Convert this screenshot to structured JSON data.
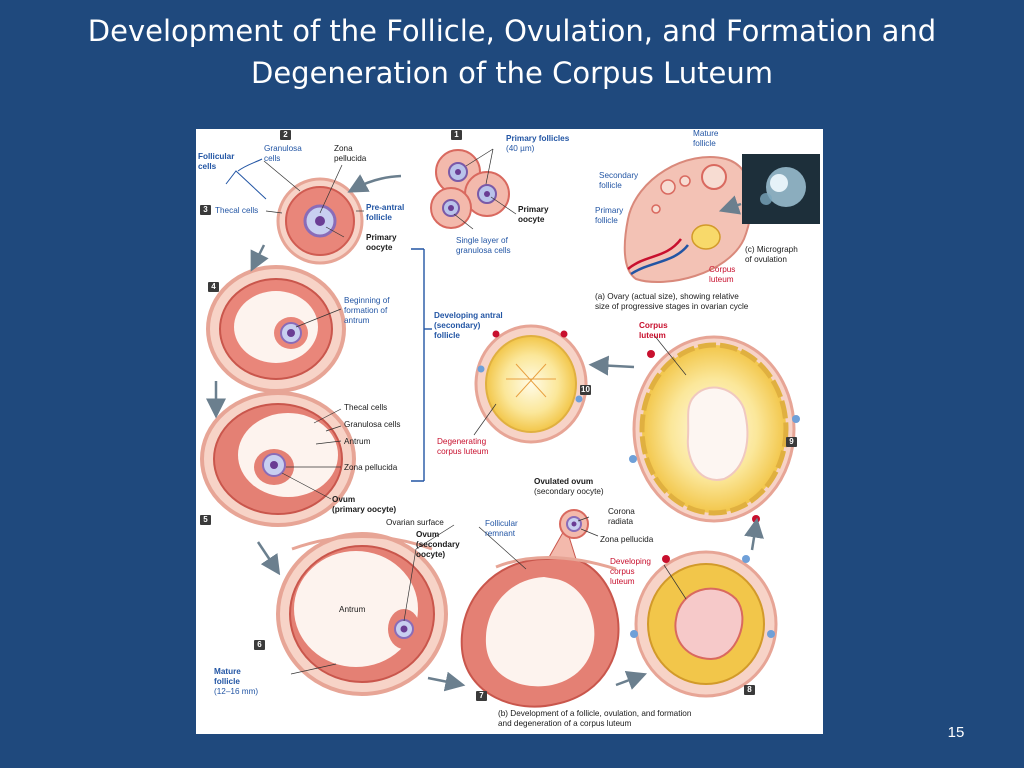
{
  "slide": {
    "title_line1": "Development of the Follicle, Ovulation, and Formation and",
    "title_line2": "Degeneration of the Corpus Luteum",
    "page_number": "15"
  },
  "figure": {
    "steps": [
      "1",
      "2",
      "3",
      "4",
      "5",
      "6",
      "7",
      "8",
      "9",
      "10"
    ],
    "labels": {
      "primary_follicles": "Primary follicles",
      "primary_follicles_size": "(40 µm)",
      "primary_oocyte_1a": "Primary",
      "primary_oocyte_1b": "oocyte",
      "single_layer_a": "Single layer of",
      "single_layer_b": "granulosa cells",
      "follicular_cells_a": "Follicular",
      "follicular_cells_b": "cells",
      "granulosa_cells_a": "Granulosa",
      "granulosa_cells_b": "cells",
      "zona_pellucida_a": "Zona",
      "zona_pellucida_b": "pellucida",
      "thecal_cells": "Thecal cells",
      "pre_antral_a": "Pre-antral",
      "pre_antral_b": "follicle",
      "primary_oocyte_2a": "Primary",
      "primary_oocyte_2b": "oocyte",
      "beginning_antrum_a": "Beginning of",
      "beginning_antrum_b": "formation of",
      "beginning_antrum_c": "antrum",
      "developing_antral_a": "Developing antral",
      "developing_antral_b": "(secondary)",
      "developing_antral_c": "follicle",
      "thecal_cells_5": "Thecal cells",
      "granulosa_cells_5": "Granulosa cells",
      "antrum_5": "Antrum",
      "zona_pellucida_5": "Zona pellucida",
      "ovum_primary_a": "Ovum",
      "ovum_primary_b": "(primary oocyte)",
      "ovarian_surface": "Ovarian surface",
      "ovum_secondary_a": "Ovum",
      "ovum_secondary_b": "(secondary",
      "ovum_secondary_c": "oocyte)",
      "antrum_6": "Antrum",
      "mature_follicle_a": "Mature",
      "mature_follicle_b": "follicle",
      "mature_follicle_c": "(12–16 mm)",
      "follicular_remnant_a": "Follicular",
      "follicular_remnant_b": "remnant",
      "ovulated_ovum_a": "Ovulated ovum",
      "ovulated_ovum_b": "(secondary oocyte)",
      "corona_radiata_a": "Corona",
      "corona_radiata_b": "radiata",
      "zona_pellucida_7": "Zona pellucida",
      "developing_cl_a": "Developing",
      "developing_cl_b": "corpus",
      "developing_cl_c": "luteum",
      "degenerating_cl_a": "Degenerating",
      "degenerating_cl_b": "corpus luteum",
      "corpus_luteum_a": "Corpus",
      "corpus_luteum_b": "luteum",
      "ov_mature_a": "Mature",
      "ov_mature_b": "follicle",
      "ov_secondary_a": "Secondary",
      "ov_secondary_b": "follicle",
      "ov_primary_a": "Primary",
      "ov_primary_b": "follicle",
      "ov_cl_a": "Corpus",
      "ov_cl_b": "luteum",
      "micrograph_a": "(c)  Micrograph",
      "micrograph_b": "of ovulation",
      "caption_a_1": "(a)  Ovary (actual size), showing relative",
      "caption_a_2": "size of progressive stages in ovarian cycle",
      "caption_b_1": "(b)  Development of a follicle, ovulation, and formation",
      "caption_b_2": "and degeneration of a corpus luteum"
    }
  },
  "colors": {
    "background": "#1f497d",
    "title_text": "#ffffff",
    "label_blue": "#2255a4",
    "label_red": "#c8102e",
    "tissue_pink": "#f3b9ac",
    "granulosa_red": "#d9695f",
    "corpus_yellow": "#f8d96a"
  }
}
